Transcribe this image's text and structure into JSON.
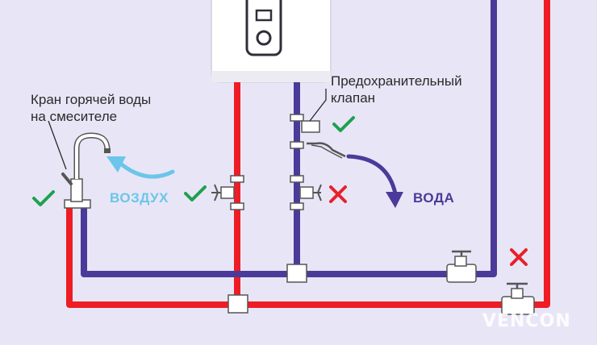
{
  "labels": {
    "hot_tap": [
      "Кран горячей воды",
      "на смесителе"
    ],
    "safety_valve": [
      "Предохранительный",
      "клапан"
    ],
    "air": "ВОЗДУХ",
    "water": "ВОДА"
  },
  "watermark": "VENCON",
  "colors": {
    "hot": "#ee1c25",
    "cold": "#4b3a99",
    "air": "#6cc5ea",
    "ok": "#1fa050",
    "bad": "#e8202a",
    "background": "#e8e6f6"
  }
}
